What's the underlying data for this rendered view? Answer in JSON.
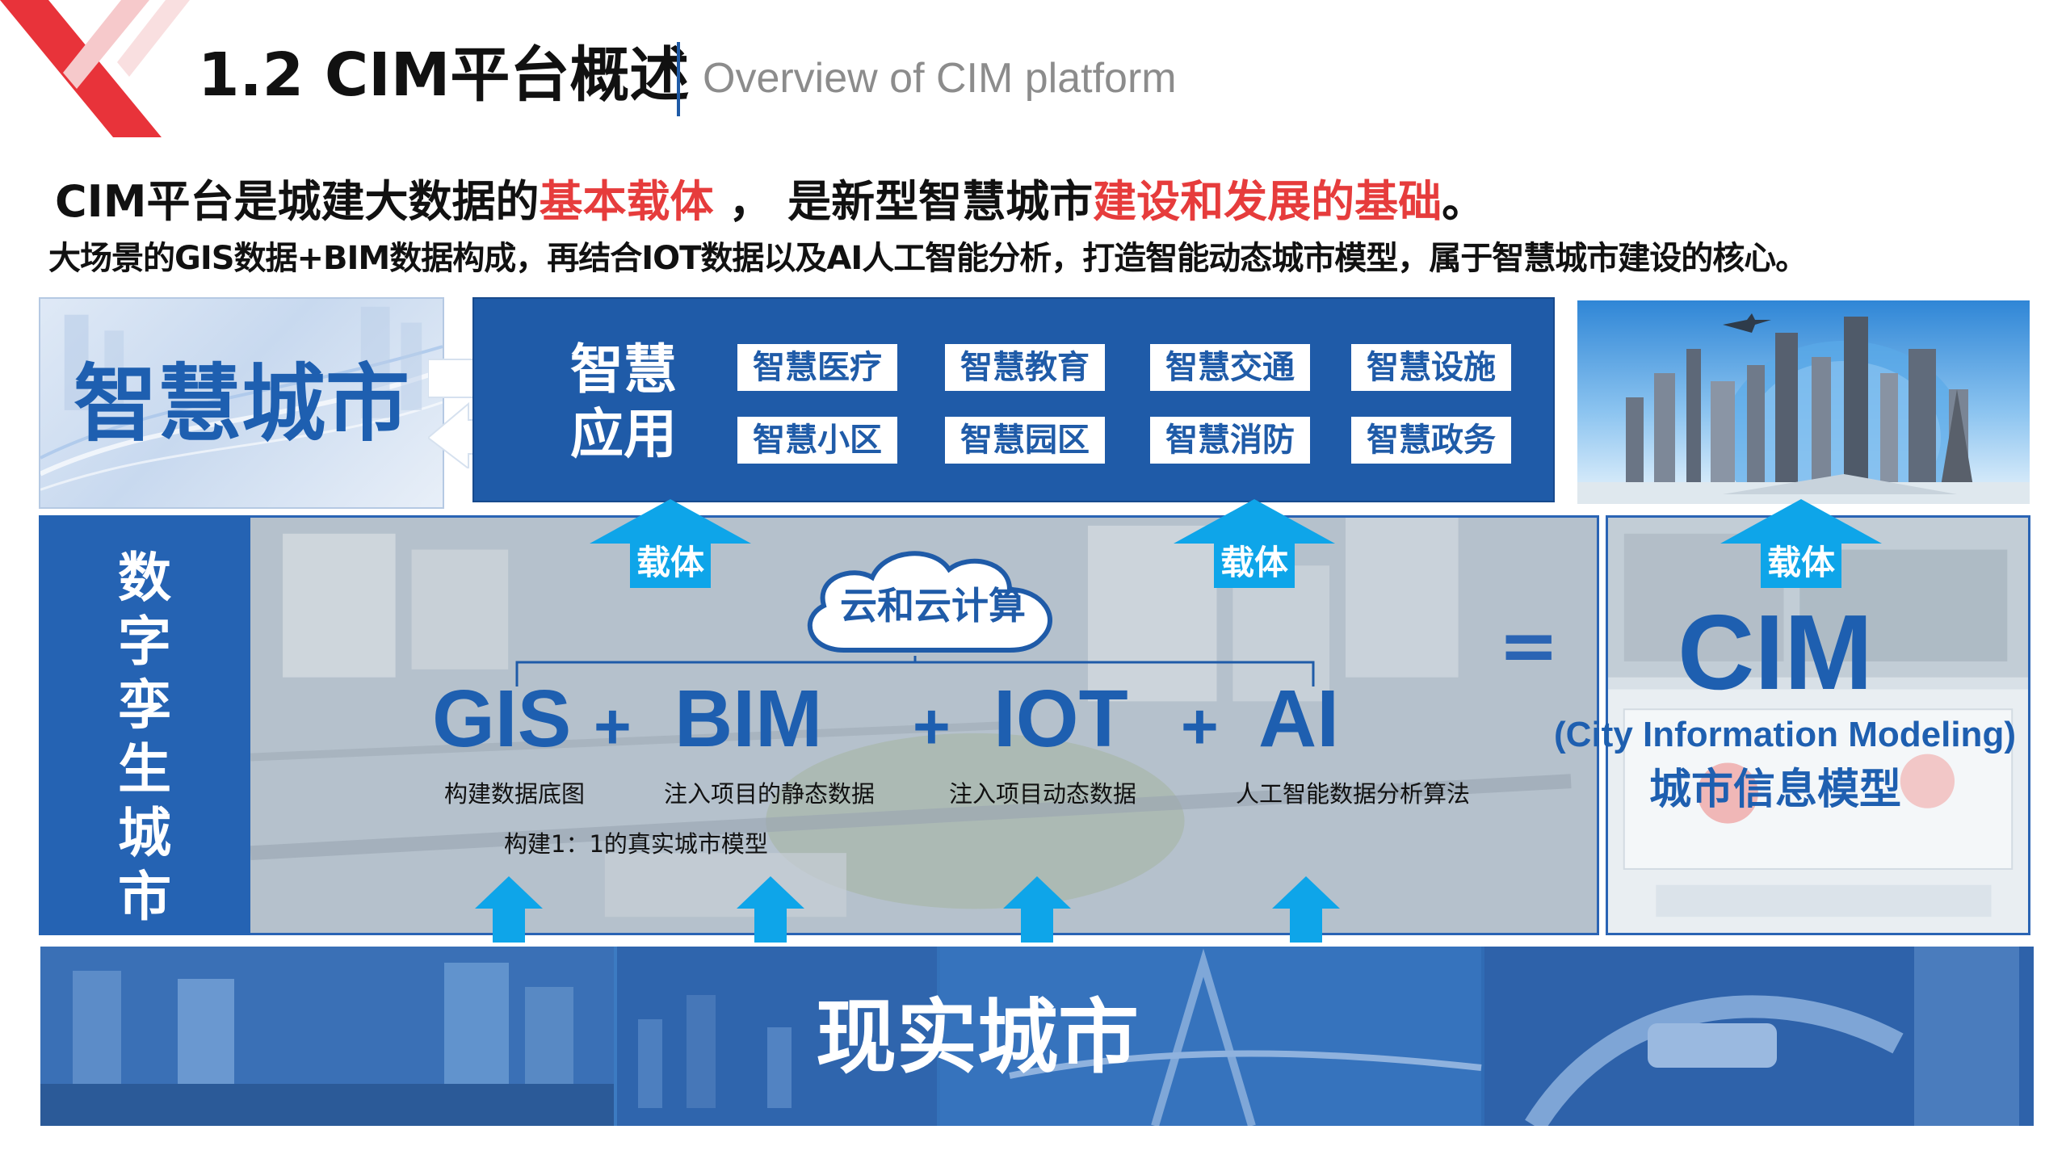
{
  "header": {
    "title": "1.2 CIM平台概述",
    "subtitle": "Overview of CIM platform"
  },
  "intro": {
    "line1": {
      "part1": "CIM平台是城建大数据的",
      "highlight1": "基本载体",
      "part2": " ， 是新型智慧城市",
      "highlight2": "建设和发展的基础",
      "part3": "。"
    },
    "line2": "大场景的GIS数据+BIM数据构成，再结合IOT数据以及AI人工智能分析，打造智能动态城市模型，属于智慧城市建设的核心。"
  },
  "smart_city": {
    "label": "智慧城市"
  },
  "smart_apps": {
    "title_line1": "智慧",
    "title_line2": "应用",
    "items": [
      "智慧医疗",
      "智慧教育",
      "智慧交通",
      "智慧设施",
      "智慧小区",
      "智慧园区",
      "智慧消防",
      "智慧政务"
    ]
  },
  "carrier_label": "载体",
  "digital_twin": {
    "label": [
      "数",
      "字",
      "孪",
      "生",
      "城",
      "市"
    ]
  },
  "cloud": {
    "label": "云和云计算"
  },
  "formula": {
    "gis": "GIS",
    "plus1": "+",
    "bim": "BIM",
    "plus2": "+",
    "iot": "IOT",
    "plus3": "+",
    "ai": "AI",
    "equals": "="
  },
  "captions": {
    "gis": "构建数据底图",
    "bim": "注入项目的静态数据",
    "iot": "注入项目动态数据",
    "ai": "人工智能数据分析算法",
    "model": "构建1：1的真实城市模型"
  },
  "cim": {
    "acronym": "CIM",
    "english": "(City Information Modeling)",
    "chinese": "城市信息模型"
  },
  "real_city": {
    "label": "现实城市"
  },
  "colors": {
    "brand_blue": "#1f5ba8",
    "highlight_red": "#e63c3c",
    "arrow_cyan": "#0ea5e9",
    "logo_red": "#e8333a"
  }
}
